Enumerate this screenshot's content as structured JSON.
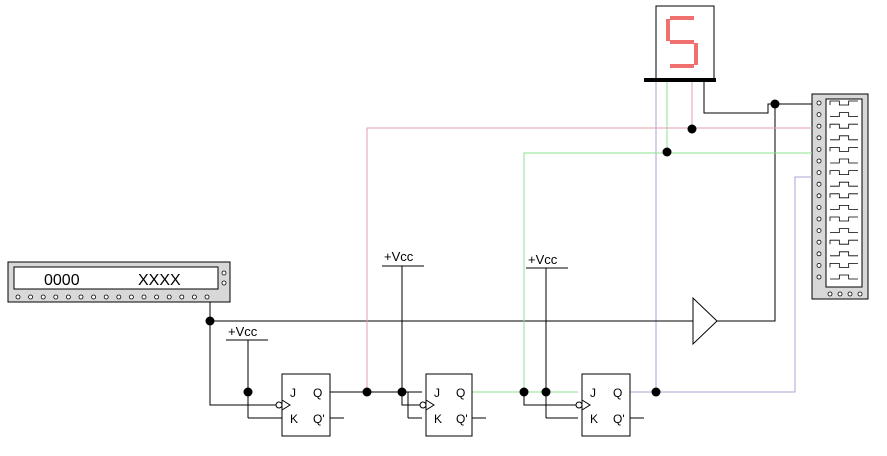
{
  "generator": {
    "left_text": "0000",
    "right_text": "XXXX"
  },
  "vcc_label": "+Vcc",
  "display": {
    "digit": "5",
    "segment_color": "#f07070"
  },
  "flipflops": [
    {
      "pins": {
        "j": "J",
        "k": "K",
        "q": "Q",
        "qn": "Q'"
      }
    },
    {
      "pins": {
        "j": "J",
        "k": "K",
        "q": "Q",
        "qn": "Q'"
      }
    },
    {
      "pins": {
        "j": "J",
        "k": "K",
        "q": "Q",
        "qn": "Q'"
      }
    }
  ],
  "wire_colors": {
    "black": "#000000",
    "pink": "#e0a0a8",
    "green": "#90e090",
    "violet": "#b0a0d0"
  }
}
